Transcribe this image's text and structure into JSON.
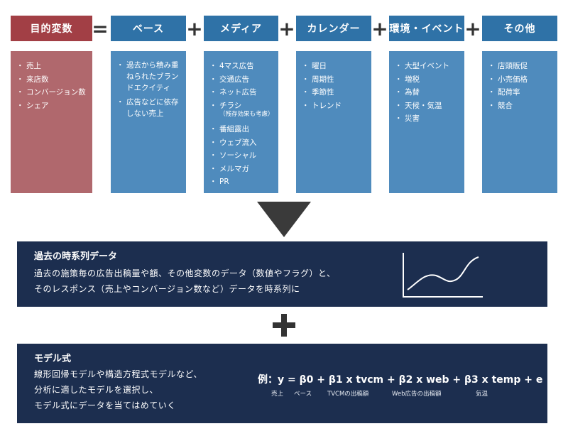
{
  "columns": [
    {
      "title": "目的変数",
      "items": [
        {
          "text": "売上"
        },
        {
          "text": "来店数"
        },
        {
          "text": "コンバージョン数"
        },
        {
          "text": "シェア"
        }
      ]
    },
    {
      "title": "ベース",
      "items": [
        {
          "text": "過去から積み重ねられたブランドエクイティ"
        },
        {
          "text": "広告などに依存しない売上"
        }
      ]
    },
    {
      "title": "メディア",
      "items": [
        {
          "text": "4マス広告"
        },
        {
          "text": "交通広告"
        },
        {
          "text": "ネット広告"
        },
        {
          "text": "チラシ",
          "note": "（残存効果も考慮）"
        },
        {
          "text": "番組露出"
        },
        {
          "text": "ウェブ流入"
        },
        {
          "text": "ソーシャル"
        },
        {
          "text": "メルマガ"
        },
        {
          "text": "PR"
        }
      ]
    },
    {
      "title": "カレンダー",
      "items": [
        {
          "text": "曜日"
        },
        {
          "text": "周期性"
        },
        {
          "text": "季節性"
        },
        {
          "text": "トレンド"
        }
      ]
    },
    {
      "title": "環境・イベント",
      "items": [
        {
          "text": "大型イベント"
        },
        {
          "text": "増税"
        },
        {
          "text": "為替"
        },
        {
          "text": "天候・気温"
        },
        {
          "text": "災害"
        }
      ]
    },
    {
      "title": "その他",
      "items": [
        {
          "text": "店頭販促"
        },
        {
          "text": "小売価格"
        },
        {
          "text": "配荷率"
        },
        {
          "text": "競合"
        }
      ]
    }
  ],
  "operators": {
    "equals": "=",
    "plus": "+"
  },
  "timeseries": {
    "title": "過去の時系列データ",
    "line1": "過去の施策毎の広告出稿量や額、その他変数のデータ（数値やフラグ）と、",
    "line2": "そのレスポンス（売上やコンバージョン数など）データを時系列に"
  },
  "model": {
    "title": "モデル式",
    "line1": "線形回帰モデルや構造方程式モデルなど、",
    "line2": "分析に適したモデルを選択し、",
    "line3": "モデル式にデータを当てはめていく",
    "formula": "例：y = β0 + β1 x tvcm + β2 x web + β3 x temp + e",
    "labels": {
      "y": "売上",
      "b0": "ベース",
      "tvcm": "TVCMの出稿額",
      "web": "Web広告の出稿額",
      "temp": "気温"
    }
  },
  "colors": {
    "target_head": "#a23f45",
    "target_body": "#b0686d",
    "factor_head": "#2f72a7",
    "factor_body": "#4f8bbd",
    "panel": "#1c2e4f",
    "operator": "#333333"
  }
}
